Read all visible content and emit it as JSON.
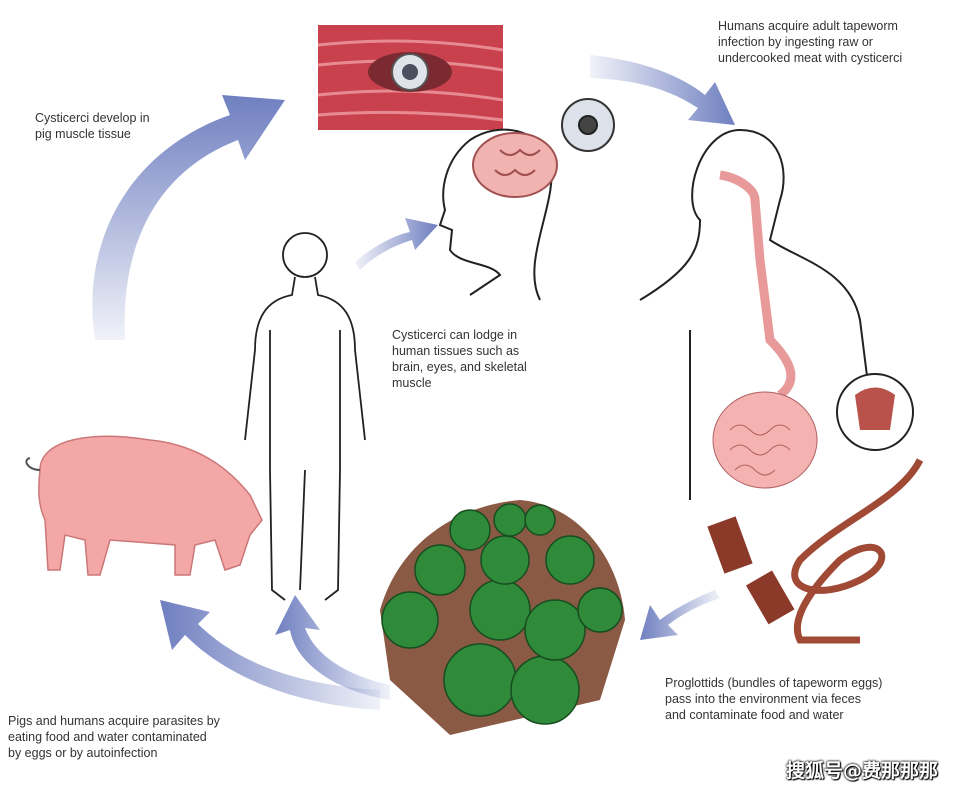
{
  "captions": {
    "pig_muscle": "Cysticerci develop in\npig muscle tissue",
    "human_adult": "Humans acquire adult tapeworm\ninfection by ingesting raw or\nundercooked meat with cysticerci",
    "human_tissue": "Cysticerci can lodge in\nhuman tissues such as\nbrain, eyes, and skeletal\nmuscle",
    "proglottids": "Proglottids (bundles of tapeworm eggs)\npass into the environment via feces\nand contaminate food and water",
    "ingestion": "Pigs and humans acquire parasites by\neating food and water contaminated\nby eggs or by autoinfection"
  },
  "watermark": "搜狐号@费那那那",
  "colors": {
    "arrow": "#6f7fc0",
    "skin": "#f4a9a9",
    "muscle": "#c0404a",
    "leaf": "#2f8a3a",
    "soil": "#8a5a45"
  }
}
